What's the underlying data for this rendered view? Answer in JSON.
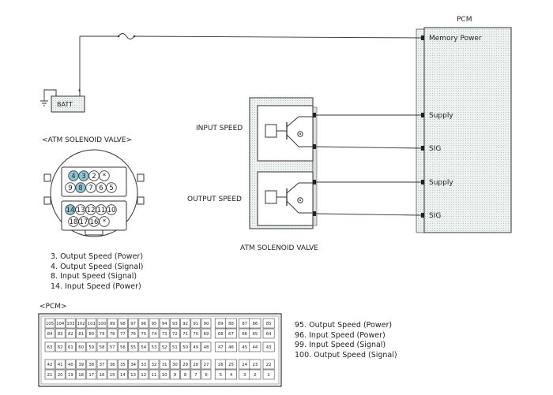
{
  "pcm": {
    "title": "PCM",
    "pins": [
      "Memory Power",
      "Supply",
      "SIG",
      "Supply",
      "SIG"
    ]
  },
  "battery": {
    "label": "BATT"
  },
  "solenoid": {
    "label": "ATM SOLENOID VALVE",
    "sensors": [
      "INPUT SPEED",
      "OUTPUT SPEED"
    ]
  },
  "atm_connector": {
    "title": "<ATM SOLENOID VALVE>",
    "row1": [
      "4",
      "3",
      "2",
      "*"
    ],
    "row2": [
      "9",
      "8",
      "7",
      "6",
      "5"
    ],
    "row3": [
      "14",
      "13",
      "12",
      "11",
      "10"
    ],
    "row4": [
      "18",
      "17",
      "16",
      "*"
    ],
    "highlighted": [
      "3",
      "4",
      "8",
      "14"
    ]
  },
  "atm_legend": [
    "3. Output Speed (Power)",
    "4. Output Speed (Signal)",
    "8. Input Speed (Signal)",
    "14. Input Speed (Power)"
  ],
  "pcm_connector": {
    "title": "<PCM>",
    "rows": [
      [
        "105",
        "104",
        "103",
        "102",
        "101",
        "100",
        "99",
        "98",
        "97",
        "96",
        "95",
        "94",
        "93",
        "92",
        "91",
        "90",
        "89",
        "88",
        "87",
        "86",
        "85"
      ],
      [
        "84",
        "83",
        "82",
        "81",
        "80",
        "79",
        "78",
        "77",
        "76",
        "75",
        "74",
        "73",
        "72",
        "71",
        "70",
        "69",
        "68",
        "67",
        "66",
        "65",
        "64"
      ],
      [
        "63",
        "62",
        "61",
        "60",
        "59",
        "58",
        "57",
        "56",
        "55",
        "54",
        "53",
        "52",
        "51",
        "50",
        "49",
        "48",
        "47",
        "46",
        "45",
        "44",
        "43"
      ],
      [
        "42",
        "41",
        "40",
        "39",
        "38",
        "37",
        "36",
        "35",
        "34",
        "33",
        "32",
        "31",
        "30",
        "29",
        "28",
        "27",
        "26",
        "25",
        "24",
        "23",
        "22"
      ],
      [
        "21",
        "20",
        "19",
        "18",
        "17",
        "16",
        "15",
        "14",
        "13",
        "12",
        "11",
        "10",
        "9",
        "8",
        "7",
        "6",
        "5",
        "4",
        "3",
        "2",
        "1"
      ]
    ]
  },
  "pcm_legend": [
    "95. Output Speed (Power)",
    "96. Input Speed (Power)",
    "99. Input Speed (Signal)",
    "100. Output Speed (Signal)"
  ],
  "colors": {
    "line": "#333333",
    "panel_fill": "#e8f0ee",
    "highlight_pin": "#8ec7d4",
    "hatch": "#9aa8a8"
  }
}
